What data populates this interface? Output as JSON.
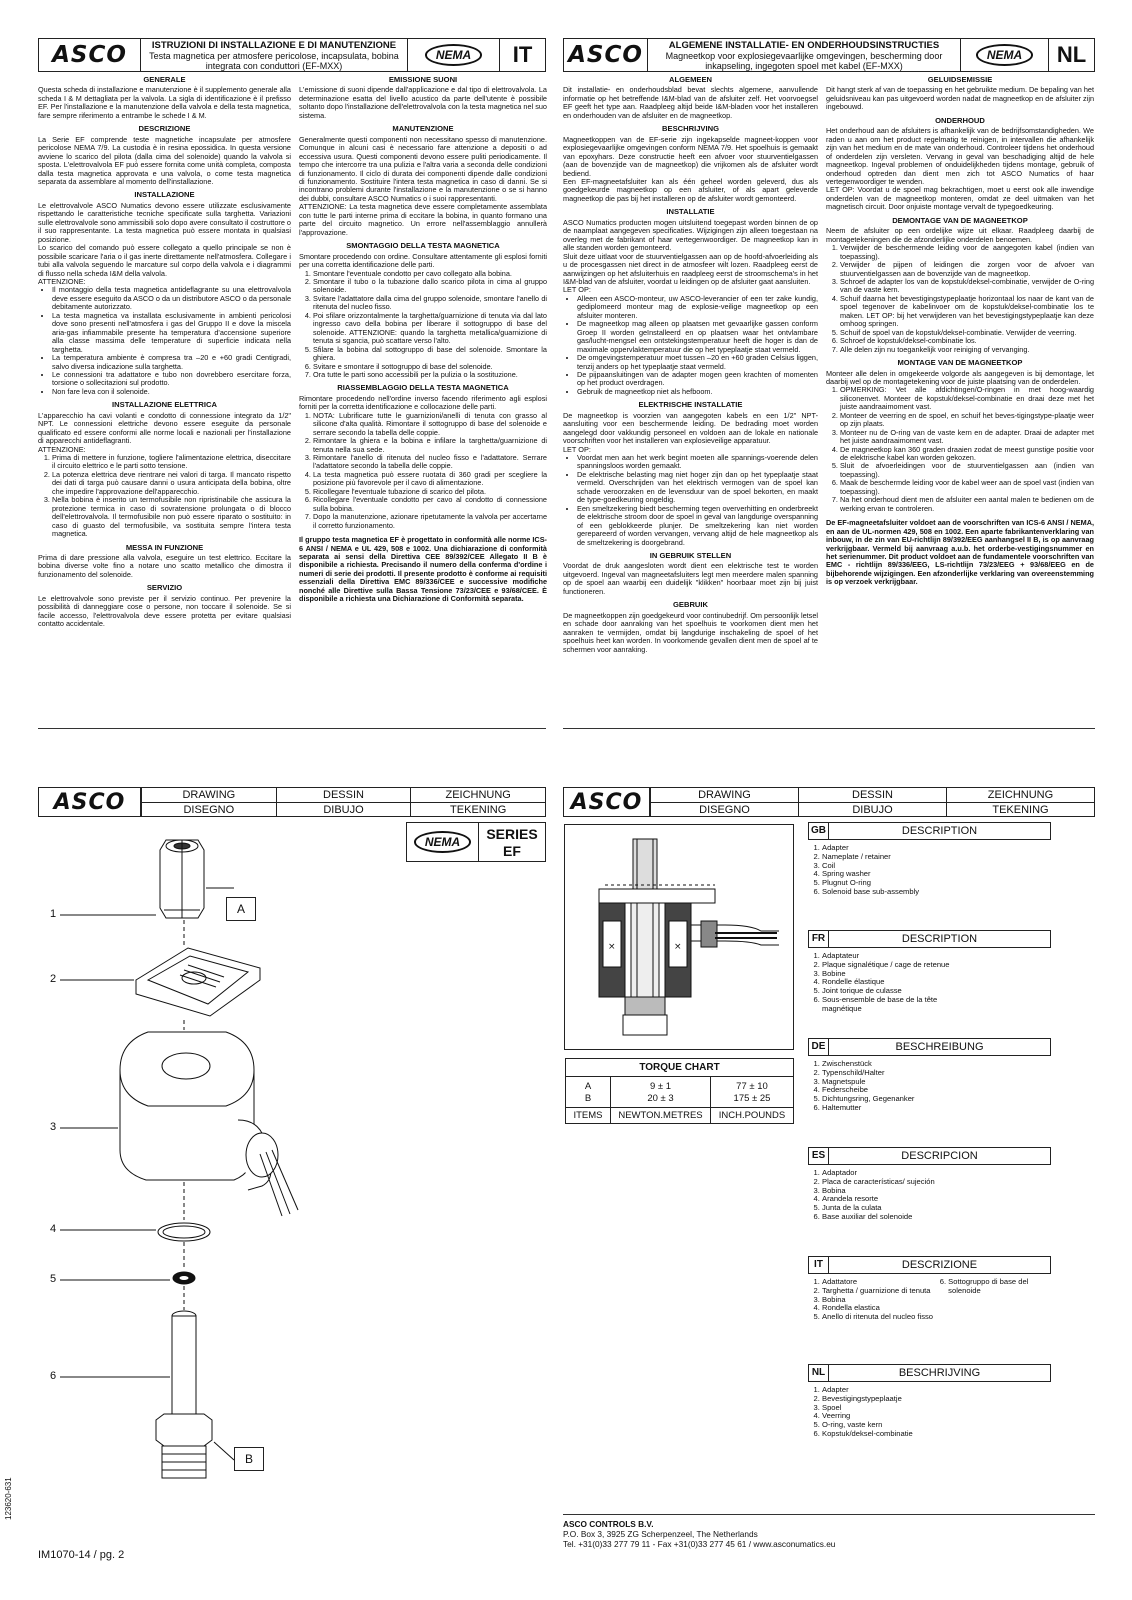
{
  "it": {
    "logo": "ASCO",
    "title": "ISTRUZIONI DI INSTALLAZIONE E DI MANUTENZIONE",
    "subtitle": "Testa magnetica per atmosfere pericolose, incapsulata, bobina integrata con conduttori (EF-MXX)",
    "nema": "NEMA",
    "lang": "IT",
    "generale_h": "GENERALE",
    "generale": "Questa scheda di installazione e manutenzione è il supplemento generale alla scheda I & M dettagliata per la valvola. La sigla di identificazione è il prefisso EF. Per l'installazione e la manutenzione della valvola e della testa magnetica, fare sempre riferimento a entrambe le schede I & M.",
    "descr_h": "DESCRIZIONE",
    "descr": "La Serie EF comprende teste magnetiche incapsulate per atmosfere pericolose NEMA 7/9. La custodia è in resina epossidica. In questa versione avviene lo scarico del pilota (dalla cima del solenoide) quando la valvola si sposta. L'elettrovalvola EF può essere fornita come unità completa, composta dalla testa magnetica approvata e una valvola, o come testa magnetica separata da assemblare al momento dell'installazione.",
    "inst_h": "INSTALLAZIONE",
    "inst": "Le elettrovalvole ASCO Numatics devono essere utilizzate esclusivamente rispettando le caratteristiche tecniche specificate sulla targhetta. Variazioni sulle elettrovalvole sono ammissibili solo dopo avere consultato il costruttore o il suo rappresentante. La testa magnetica può essere montata in qualsiasi posizione.",
    "inst2": "Lo scarico del comando può essere collegato a quello principale se non è possibile scaricare l'aria o il gas inerte direttamente nell'atmosfera. Collegare i tubi alla valvola seguendo le marcature sul corpo della valvola e i diagrammi di flusso nella scheda I&M della valvola.",
    "att": "ATTENZIONE:",
    "inst_list": [
      "Il montaggio della testa magnetica antideflagrante su una elettrovalvola deve essere eseguito da ASCO o da un distributore ASCO o da personale debitamente autorizzato.",
      "La testa magnetica va installata esclusivamente in ambienti pericolosi dove sono presenti nell'atmosfera i gas del Gruppo II e dove la miscela aria-gas infiammabile presente ha temperatura d'accensione superiore alla classe massima delle temperature di superficie indicata nella targhetta.",
      "La temperatura ambiente è compresa tra –20 e +60 gradi Centigradi, salvo diversa indicazione sulla targhetta.",
      "Le connessioni tra adattatore e tubo non dovrebbero esercitare forza, torsione o sollecitazioni sul prodotto.",
      "Non fare leva con il solenoide."
    ],
    "elet_h": "INSTALLAZIONE ELETTRICA",
    "elet": "L'apparecchio ha cavi volanti e condotto di connessione integrato da 1/2\" NPT. Le connessioni elettriche devono essere eseguite da personale qualificato ed essere conformi alle norme locali e nazionali per l'installazione di apparecchi antideflagranti.",
    "elet_list": [
      "Prima di mettere in funzione, togliere l'alimentazione elettrica, diseccitare il circuito elettrico e le parti sotto tensione.",
      "La potenza elettrica deve rientrare nei valori di targa. Il mancato rispetto dei dati di targa può causare danni o usura anticipata della bobina, oltre che impedire l'approvazione dell'apparecchio.",
      "Nella bobina è inserito un termofusibile non ripristinabile che assicura la protezione termica in caso di sovratensione prolungata o di blocco dell'elettrovalvola. Il termofusibile non può essere riparato o sostituito: in caso di guasto del termofusibile, va sostituita sempre l'intera testa magnetica."
    ],
    "messa_h": "MESSA IN FUNZIONE",
    "messa": "Prima di dare pressione alla valvola, eseguire un test elettrico. Eccitare la bobina diverse volte fino a notare uno scatto metallico che dimostra il funzionamento del solenoide.",
    "serv_h": "SERVIZIO",
    "serv": "Le elettrovalvole sono previste per il servizio continuo. Per prevenire la possibilità di danneggiare cose o persone, non toccare il solenoide. Se si facile accesso, l'elettrovalvola deve essere protetta per evitare qualsiasi contatto accidentale.",
    "emis_h": "EMISSIONE SUONI",
    "emis": "L'emissione di suoni dipende dall'applicazione e dal tipo di elettrovalvola. La determinazione esatta del livello acustico da parte dell'utente è possibile soltanto dopo l'installazione dell'elettrovalvola con la testa magnetica nel suo sistema.",
    "man_h": "MANUTENZIONE",
    "man": "Generalmente questi componenti non necessitano spesso di manutenzione. Comunque in alcuni casi è necessario fare attenzione a depositi o ad eccessiva usura. Questi componenti devono essere puliti periodicamente. Il tempo che intercorre tra una pulizia e l'altra varia a seconda delle condizioni di funzionamento. Il ciclo di durata dei componenti dipende dalle condizioni di funzionamento. Sostituire l'intera testa magnetica in caso di danni. Se si incontrano problemi durante l'installazione e la manutenzione o se si hanno dei dubbi, consultare ASCO Numatics o i suoi rappresentanti.",
    "man2": "ATTENZIONE: La testa magnetica deve essere completamente assemblata con tutte le parti interne prima di eccitare la bobina, in quanto formano una parte del circuito magnetico. Un errore nell'assemblaggio annullerà l'approvazione.",
    "smon_h": "SMONTAGGIO DELLA TESTA MAGNETICA",
    "smon": "Smontare procedendo con ordine. Consultare attentamente gli esplosi forniti per una corretta identificazione delle parti.",
    "smon_list": [
      "Smontare l'eventuale condotto per cavo collegato alla bobina.",
      "Smontare il tubo o la tubazione dallo scarico pilota in cima al gruppo solenoide.",
      "Svitare l'adattatore dalla cima del gruppo solenoide, smontare l'anello di ritenuta del nucleo fisso.",
      "Poi sfilare orizzontalmente la targhetta/guarnizione di tenuta via dal lato ingresso cavo della bobina per liberare il sottogruppo di base del solenoide. ATTENZIONE: quando la targhetta metallica/guarnizione di tenuta si sgancia, può scattare verso l'alto.",
      "Sfilare la bobina dal sottogruppo di base del solenoide. Smontare la ghiera.",
      "Svitare e smontare il sottogruppo di base del solenoide.",
      "Ora tutte le parti sono accessibili per la pulizia o la sostituzione."
    ],
    "rias_h": "RIASSEMBLAGGIO DELLA TESTA MAGNETICA",
    "rias": "Rimontare procedendo nell'ordine inverso facendo riferimento agli esplosi forniti per la corretta identificazione e collocazione delle parti.",
    "rias_list": [
      "NOTA: Lubrificare tutte le guarnizioni/anelli di tenuta con grasso al silicone d'alta qualità. Rimontare il sottogruppo di base del solenoide e serrare secondo la tabella delle coppie.",
      "Rimontare la ghiera e la bobina e infilare la targhetta/guarnizione di tenuta nella sua sede.",
      "Rimontare l'anello di ritenuta del nucleo fisso e l'adattatore. Serrare l'adattatore secondo la tabella delle coppie.",
      "La testa magnetica può essere ruotata di 360 gradi per scegliere la posizione più favorevole per il cavo di alimentazione.",
      "Ricollegare l'eventuale tubazione di scarico del pilota.",
      "Ricollegare l'eventuale condotto per cavo al condotto di connessione sulla bobina.",
      "Dopo la manutenzione, azionare ripetutamente la valvola per accertarne il corretto funzionamento."
    ],
    "conf": "Il gruppo testa magnetica EF è progettato in conformità alle norme ICS-6 ANSI / NEMA e UL 429, 508 e 1002. Una dichiarazione di conformità separata ai sensi della Direttiva CEE 89/392/CEE Allegato II B è disponibile a richiesta. Precisando il numero della conferma d'ordine i numeri di serie dei prodotti. Il presente prodotto è conforme ai requisiti essenziali della Direttiva EMC 89/336/CEE e successive modifiche nonché alle Direttive sulla Bassa Tensione 73/23/CEE e 93/68/CEE. È disponibile a richiesta una Dichiarazione di Conformità separata."
  },
  "nl": {
    "logo": "ASCO",
    "title": "ALGEMENE INSTALLATIE- EN ONDERHOUDSINSTRUCTIES",
    "subtitle": "Magneetkop voor explosiegevaarlijke omgevingen, bescherming door inkapseling, ingegoten spoel met kabel (EF-MXX)",
    "nema": "NEMA",
    "lang": "NL",
    "alg_h": "ALGEMEEN",
    "alg": "Dit installatie- en onderhoudsblad bevat slechts algemene, aanvullende informatie op het betreffende I&M-blad van de afsluiter zelf. Het voorvoegsel EF geeft het type aan. Raadpleeg altijd beide I&M-bladen voor het installeren en onderhouden van de afsluiter en de magneetkop.",
    "besch_h": "BESCHRIJVING",
    "besch": "Magneetkoppen van de EF-serie zijn ingekapselde magneet-koppen voor explosiegevaarlijke omgevingen conform NEMA 7/9. Het spoelhuis is gemaakt van epoxyhars. Deze constructie heeft een afvoer voor stuurventielgassen (aan de bovenzijde van de magneetkop) die vrijkomen als de afsluiter wordt bediend.",
    "besch2": "Een EF-magneetafsluiter kan als één geheel worden geleverd, dus als goedgekeurde magneetkop op een afsluiter, of als apart geleverde magneetkop die pas bij het installeren op de afsluiter wordt gemonteerd.",
    "inst_h": "INSTALLATIE",
    "inst": "ASCO Numatics producten mogen uitsluitend toegepast worden binnen de op de naamplaat aangegeven specificaties. Wijzigingen zijn alleen toegestaan na overleg met de fabrikant of haar vertegenwoordiger. De magneetkop kan in alle standen worden gemonteerd.",
    "inst2": "Sluit deze uitlaat voor de stuurventielgassen aan op de hoofd-afvoerleiding als u de procesgassen niet direct in de atmosfeer wilt lozen. Raadpleeg eerst de aanwijzingen op het afsluiterhuis en raadpleeg eerst de stroomschema's in het I&M-blad van de afsluiter, voordat u leidingen op de afsluiter gaat aansluiten.",
    "let": "LET OP:",
    "inst_list": [
      "Alleen een ASCO-monteur, uw ASCO-leverancier of een ter zake kundig, gediplomeerd monteur mag de explosie-veilige magneetkop op een afsluiter monteren.",
      "De magneetkop mag alleen op plaatsen met gevaarlijke gassen conform Groep II worden geïnstalleerd en op plaatsen waar het ontvlambare gas/lucht-mengsel een ontstekingstemperatuur heeft die hoger is dan de maximale oppervlaktemperatuur die op het typeplaatje staat vermeld.",
      "De omgevingstemperatuur moet tussen –20 en +60 graden Celsius liggen, tenzij anders op het typeplaatje staat vermeld.",
      "De pijpaansluitingen van de adapter mogen geen krachten of momenten op het product overdragen.",
      "Gebruik de magneetkop niet als hefboom."
    ],
    "elek_h": "ELEKTRISCHE INSTALLATIE",
    "elek": "De magneetkop is voorzien van aangegoten kabels en een 1/2\" NPT-aansluiting voor een beschermende leiding. De bedrading moet worden aangelegd door vakkundig personeel en voldoen aan de lokale en nationale voorschriften voor het installeren van explosieveilige apparatuur.",
    "elek_list": [
      "Voordat men aan het werk begint moeten alle spannings-voerende delen spanningsloos worden gemaakt.",
      "De elektrische belasting mag niet hoger zijn dan op het typeplaatje staat vermeld. Overschrijden van het elektrisch vermogen van de spoel kan schade veroorzaken en de levensduur van de spoel bekorten, en maakt de type-goedkeuring ongeldig.",
      "Een smeltzekering biedt bescherming tegen oververhitting en onderbreekt de elektrische stroom door de spoel in geval van langdurige overspanning of een geblokkeerde plunjer. De smeltzekering kan niet worden gerepareerd of worden vervangen, vervang altijd de hele magneetkop als de smeltzekering is doorgebrand."
    ],
    "gebr_h": "IN GEBRUIK STELLEN",
    "gebr": "Voordat de druk aangesloten wordt dient een elektrische test te worden uitgevoerd. Ingeval van magneetafsluiters legt men meerdere malen spanning op de spoel aan waarbij een duidelijk \"klikken\" hoorbaar moet zijn bij juist functioneren.",
    "gebruik_h": "GEBRUIK",
    "gebruik": "De magneetkoppen zijn goedgekeurd voor continubedrijf. Om persoonlijk letsel en schade door aanraking van het spoelhuis te voorkomen dient men het aanraken te vermijden, omdat bij langdurige inschakeling de spoel of het spoelhuis heet kan worden. In voorkomende gevallen dient men de spoel af te schermen voor aanraking.",
    "gel_h": "GELUIDSEMISSIE",
    "gel": "Dit hangt sterk af van de toepassing en het gebruikte medium. De bepaling van het geluidsniveau kan pas uitgevoerd worden nadat de magneetkop en de afsluiter zijn ingebouwd.",
    "ond_h": "ONDERHOUD",
    "ond": "Het onderhoud aan de afsluiters is afhankelijk van de bedrijfsomstandigheden. We raden u aan om het product regelmatig te reinigen, in intervallen die afhankelijk zijn van het medium en de mate van onderhoud. Controleer tijdens het onderhoud of onderdelen zijn versleten. Vervang in geval van beschadiging altijd de hele magneetkop. Ingeval problemen of onduidelijkheden tijdens montage, gebruik of onderhoud optreden dan dient men zich tot ASCO Numatics of haar vertegenwoordiger te wenden.",
    "ond2": "LET OP: Voordat u de spoel mag bekrachtigen, moet u eerst ook alle inwendige onderdelen van de magneetkop monteren, omdat ze deel uitmaken van het magnetisch circuit. Door onjuiste montage vervalt de typegoedkeuring.",
    "dem_h": "DEMONTAGE VAN DE MAGNEETKOP",
    "dem": "Neem de afsluiter op een ordelijke wijze uit elkaar. Raadpleeg daarbij de montagetekeningen die de afzonderlijke onderdelen benoemen.",
    "dem_list": [
      "Verwijder de beschermende leiding voor de aangegoten kabel (indien van toepassing).",
      "Verwijder de pijpen of leidingen die zorgen voor de afvoer van stuurventielgassen aan de bovenzijde van de magneetkop.",
      "Schroef de adapter los van de kopstuk/deksel-combinatie, verwijder de O-ring van de vaste kern.",
      "Schuif daarna het bevestigingstypeplaatje horizontaal los naar de kant van de spoel tegenover de kabelinvoer om de kopstuk/deksel-combinatie los te maken. LET OP: bij het verwijderen van het bevestigingstypeplaatje kan deze omhoog springen.",
      "Schuif de spoel van de kopstuk/deksel-combinatie. Verwijder de veerring.",
      "Schroef de kopstuk/deksel-combinatie los.",
      "Alle delen zijn nu toegankelijk voor reiniging of vervanging."
    ],
    "mon_h": "MONTAGE VAN DE MAGNEETKOP",
    "mon": "Monteer alle delen in omgekeerde volgorde als aangegeven is bij demontage, let daarbij wel op de montagetekening voor de juiste plaatsing van de onderdelen.",
    "mon_list": [
      "OPMERKING: Vet alle afdichtingen/O-ringen in met hoog-waardig siliconenvet. Monteer de kopstuk/deksel-combinatie en draai deze met het juiste aandraaimoment vast.",
      "Monteer de veerring en de spoel, en schuif het beves-tigingstype-plaatje weer op zijn plaats.",
      "Monteer nu de O-ring van de vaste kern en de adapter. Draai de adapter met het juiste aandraaimoment vast.",
      "De magneetkop kan 360 graden draaien zodat de meest gunstige positie voor de elektrische kabel kan worden gekozen.",
      "Sluit de afvoerleidingen voor de stuurventielgassen aan (indien van toepassing).",
      "Maak de beschermde leiding voor de kabel weer aan de spoel vast (indien van toepassing).",
      "Na het onderhoud dient men de afsluiter een aantal malen te bedienen om de werking ervan te controleren."
    ],
    "conf": "De EF-magneetafsluiter voldoet aan de voorschriften van ICS-6 ANSI / NEMA, en aan de UL-normen 429, 508 en 1002. Een aparte fabrikantenverklaring van inbouw, in de zin van EU-richtlijn 89/392/EEG aanhangsel II B, is op aanvraag verkrijgbaar. Vermeld bij aanvraag a.u.b. het orderbe-vestigingsnummer en het serienummer. Dit product voldoet aan de fundamentele voorschriften van EMC - richtlijn 89/336/EEG, LS-richtlijn 73/23/EEG + 93/68/EEG en de bijbehorende wijzigingen. Een afzonderlijke verklaring van overeenstemming is op verzoek verkrijgbaar."
  },
  "drawing": {
    "logo": "ASCO",
    "labels": [
      "DRAWING",
      "DESSIN",
      "ZEICHNUNG",
      "DISEGNO",
      "DIBUJO",
      "TEKENING"
    ],
    "nema": "NEMA",
    "series": "SERIES",
    "ef": "EF",
    "callouts": [
      "1",
      "2",
      "3",
      "4",
      "5",
      "6"
    ],
    "box_a": "A",
    "box_b": "B",
    "docnum": "123620-631",
    "footer": "IM1070-14 / pg. 2"
  },
  "torque": {
    "title": "TORQUE CHART",
    "row_a": "A",
    "row_b": "B",
    "a_nm": "9 ± 1",
    "b_nm": "20 ± 3",
    "a_lb": "77 ± 10",
    "b_lb": "175 ± 25",
    "h_items": "ITEMS",
    "h_nm": "NEWTON.METRES",
    "h_lb": "INCH.POUNDS"
  },
  "desc": [
    {
      "code": "GB",
      "title": "DESCRIPTION",
      "items": [
        "Adapter",
        "Nameplate / retainer",
        "Coil",
        "Spring washer",
        "Plugnut O-ring",
        "Solenoid base sub-assembly"
      ]
    },
    {
      "code": "FR",
      "title": "DESCRIPTION",
      "items": [
        "Adaptateur",
        "Plaque signalétique / cage de retenue",
        "Bobine",
        "Rondelle élastique",
        "Joint torique de culasse",
        "Sous-ensemble de base de la tête magnétique"
      ]
    },
    {
      "code": "DE",
      "title": "BESCHREIBUNG",
      "items": [
        "Zwischenstück",
        "Typenschild/Halter",
        "Magnetspule",
        "Federscheibe",
        "Dichtungsring, Gegenanker",
        "Haltemutter"
      ]
    },
    {
      "code": "ES",
      "title": "DESCRIPCION",
      "items": [
        "Adaptador",
        "Placa de características/ sujeción",
        "Bobina",
        "Arandela resorte",
        "Junta de la culata",
        "Base auxiliar del solenoide"
      ]
    },
    {
      "code": "IT",
      "title": "DESCRIZIONE",
      "items": [
        "Adattatore",
        "Targhetta / guarnizione di tenuta",
        "Bobina",
        "Rondella elastica",
        "Anello di ritenuta del nucleo fisso",
        "Sottogruppo di base del solenoide"
      ]
    },
    {
      "code": "NL",
      "title": "BESCHRIJVING",
      "items": [
        "Adapter",
        "Bevestigingstypeplaatje",
        "Spoel",
        "Veerring",
        "O-ring, vaste kern",
        "Kopstuk/deksel-combinatie"
      ]
    }
  ],
  "company": {
    "name": "ASCO CONTROLS B.V.",
    "addr": "P.O. Box 3, 3925 ZG Scherpenzeel, The Netherlands",
    "tel": "Tel. +31(0)33 277 79 11 - Fax +31(0)33 277 45 61 / www.asconumatics.eu"
  }
}
